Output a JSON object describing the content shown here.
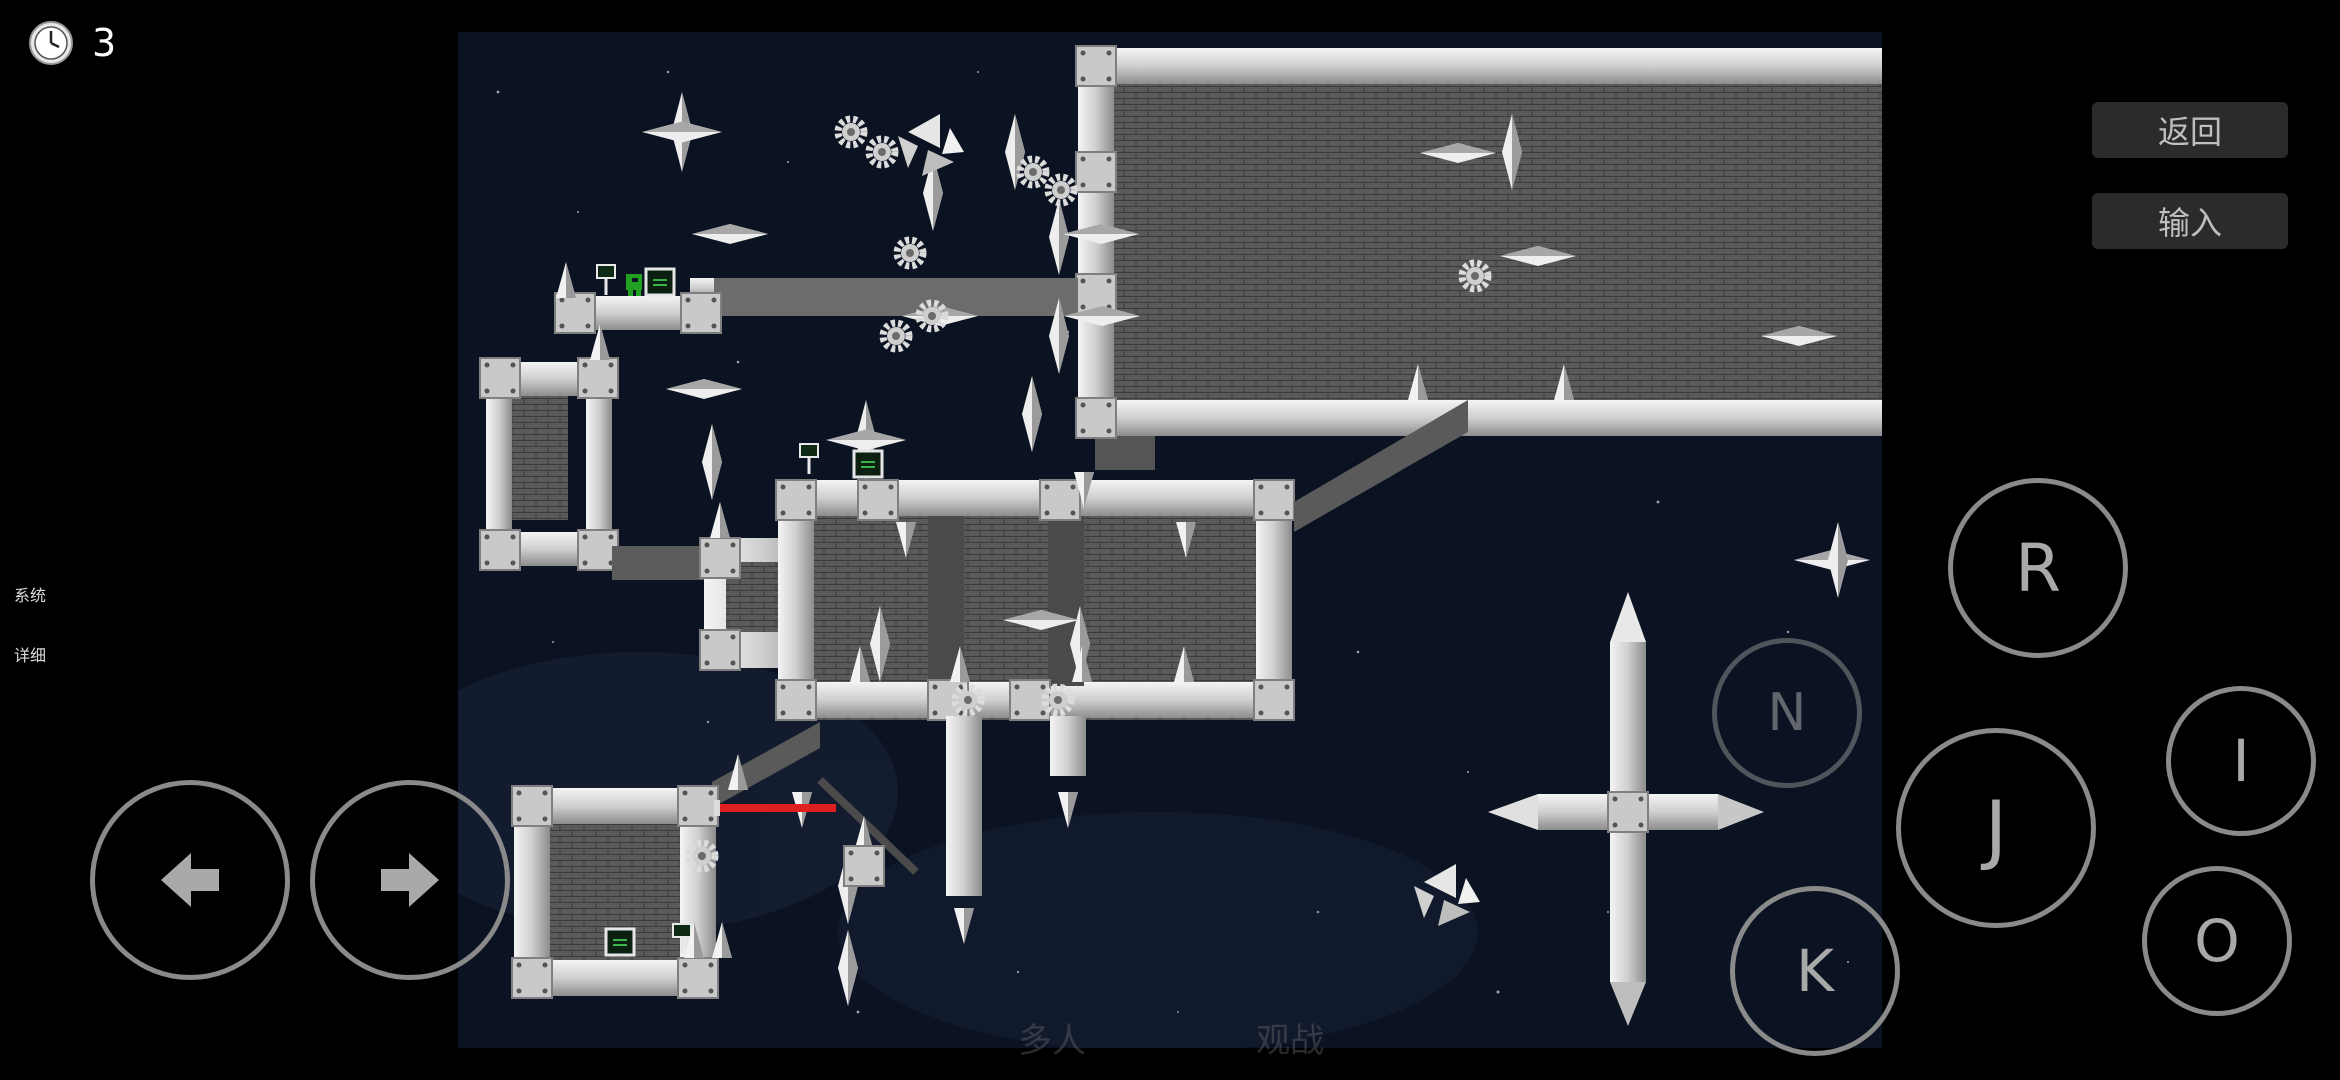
{
  "hud": {
    "timer_icon": "clock-icon",
    "death_count": "3"
  },
  "sidebar": {
    "system_label": "系统",
    "details_label": "详细"
  },
  "menu": {
    "back_label": "返回",
    "input_label": "输入"
  },
  "controls": {
    "left_icon": "arrow-left-icon",
    "right_icon": "arrow-right-icon",
    "r_label": "R",
    "n_label": "N",
    "j_label": "J",
    "i_label": "I",
    "k_label": "K",
    "o_label": "O"
  },
  "bottom": {
    "multiplayer_label": "多人",
    "watch_label": "观战"
  },
  "colors": {
    "space": "#0b1322",
    "metal": "#d6d6d6",
    "brick": "#585858",
    "laser": "#e02020",
    "player": "#22a022"
  }
}
